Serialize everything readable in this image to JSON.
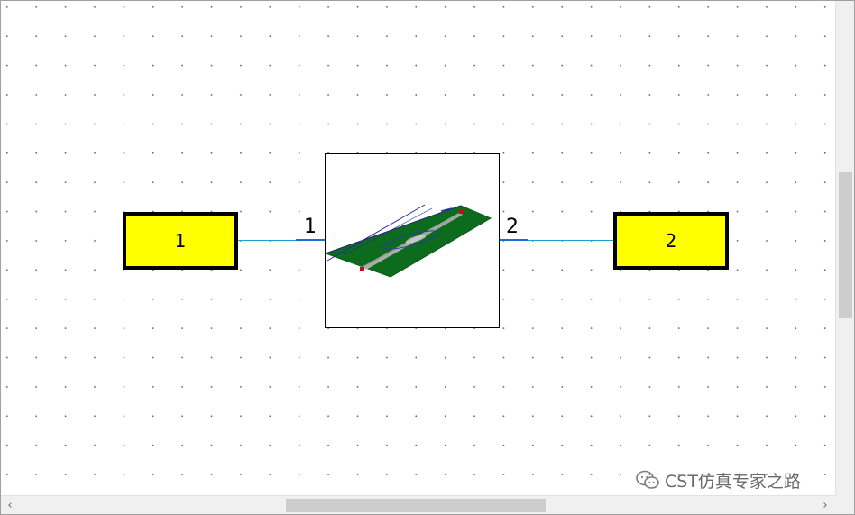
{
  "schematic": {
    "ports": [
      {
        "number": "1"
      },
      {
        "number": "2"
      }
    ],
    "block_pins": {
      "left": "1",
      "right": "2"
    }
  },
  "colors": {
    "port_fill": "#ffff00",
    "port_border": "#000000",
    "wire": "#1a9fd4",
    "pin": "#1b6fd0",
    "substrate": "#0d6b1e",
    "grid_dot": "#6b6b6b"
  },
  "scrollbars": {
    "left_arrow": "‹",
    "right_arrow": "›"
  },
  "watermark": {
    "logo": "wechat-icon",
    "text": "CST仿真专家之路"
  }
}
